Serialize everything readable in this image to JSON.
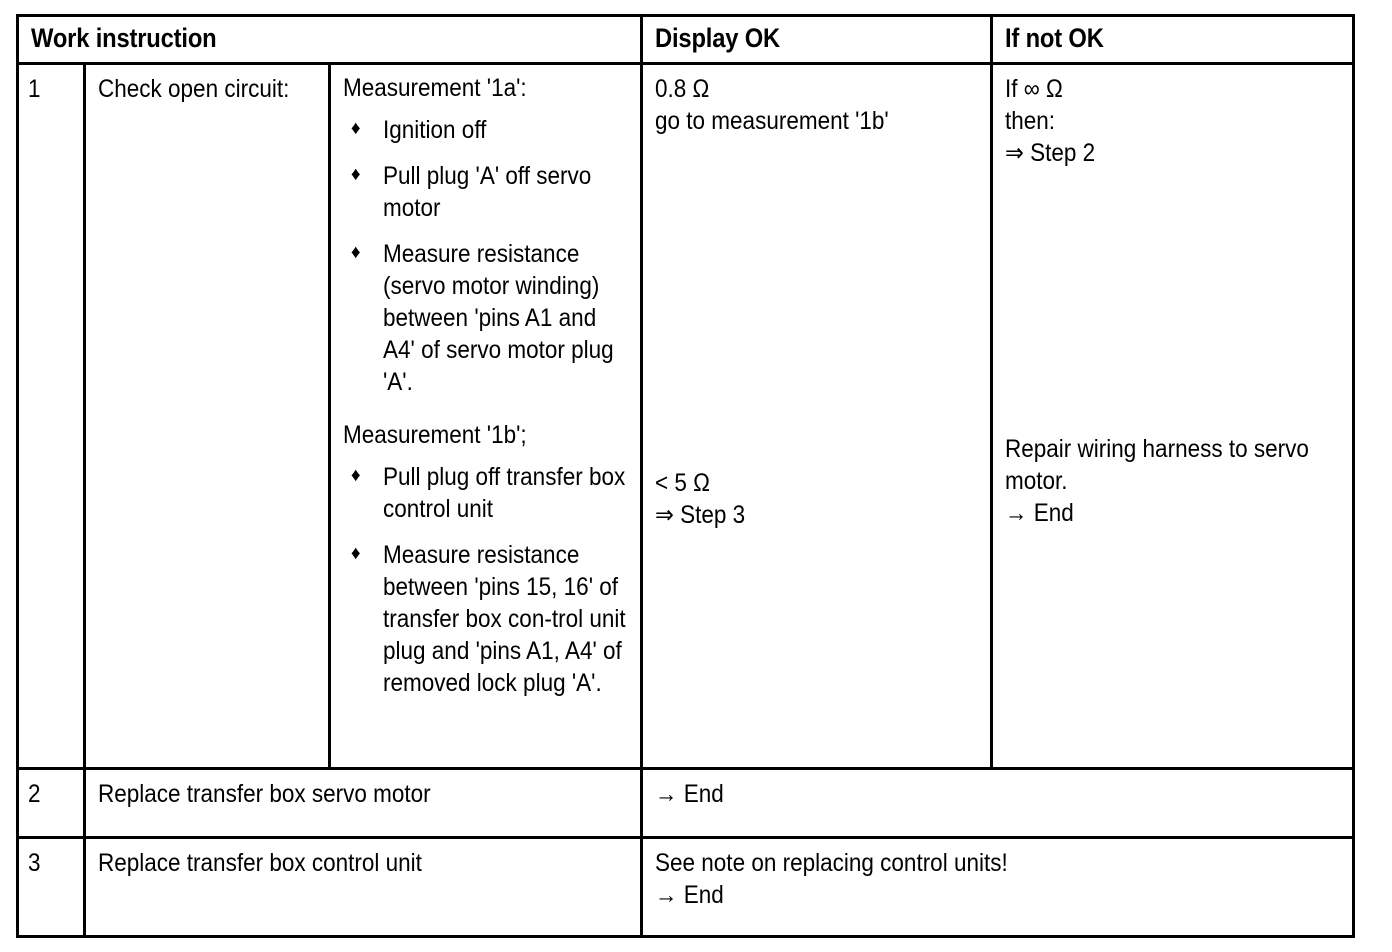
{
  "table": {
    "headers": {
      "work_instruction": "Work instruction",
      "display_ok": "Display OK",
      "if_not_ok": "If not OK"
    },
    "rows": [
      {
        "step": "1",
        "description": "Check open circuit:",
        "measurement_a": {
          "title": "Measurement '1a':",
          "bullet_glyph": "♦",
          "bullets": [
            "Ignition off",
            "Pull plug 'A' off servo motor",
            "Measure resistance (servo motor winding) between 'pins A1 and A4' of servo motor plug 'A'."
          ],
          "display_ok": "0.8 Ω\ngo to measurement '1b'",
          "if_not_ok": "If ∞ Ω\nthen:\n⇒ Step 2"
        },
        "measurement_b": {
          "title": "Measurement '1b';",
          "bullet_glyph": "♦",
          "bullets": [
            "Pull plug off transfer box control unit",
            "Measure resistance between 'pins 15, 16' of transfer box con-trol unit plug and 'pins A1, A4' of removed lock plug 'A'."
          ],
          "display_ok": "< 5 Ω\n⇒ Step 3",
          "if_not_ok": "Repair wiring harness to servo motor.\n→ End"
        }
      },
      {
        "step": "2",
        "description": "Replace transfer box servo motor",
        "result": "→ End"
      },
      {
        "step": "3",
        "description": "Replace transfer box control unit",
        "result": "See note on replacing control units!\n→ End"
      }
    ]
  },
  "colors": {
    "border": "#000000",
    "text": "#000000",
    "background": "#ffffff"
  }
}
